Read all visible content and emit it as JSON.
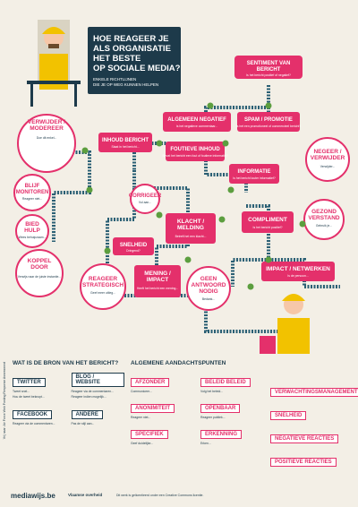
{
  "title": {
    "line1": "HOE REAGEER JE",
    "line2": "ALS ORGANISATIE",
    "line3": "HET BESTE",
    "line4": "OP SOCIALE MEDIA?"
  },
  "subtitle": {
    "line1": "ENKELE RICHTLIJNEN",
    "line2": "DIE JE OP WEG KUNNEN HELPEN"
  },
  "colors": {
    "dark": "#1d3a4a",
    "red": "#e4306b",
    "green": "#5c9e3f",
    "yellow": "#f2c200",
    "bg": "#f3efe6",
    "teal": "#2a5f74"
  },
  "nodes": {
    "sentiment": {
      "label1": "SENTIMENT VAN",
      "label2": "BERICHT",
      "sub": "Is het bericht positief of negatief?"
    },
    "algemeen_negatief": {
      "label": "ALGEMEEN NEGATIEF",
      "sub": "Is het negatieve commentaar..."
    },
    "spam": {
      "label": "SPAM / PROMOTIE",
      "sub": "Is het een promotioneel of commercieel bericht?"
    },
    "inhoud": {
      "label": "INHOUD BERICHT",
      "sub": "Staat in het bericht..."
    },
    "foutieve": {
      "label": "FOUTIEVE INHOUD",
      "sub": "Bevat het bericht een fout of foutieve informatie?"
    },
    "informatie": {
      "label": "INFORMATIE",
      "sub": "Is het bericht louter informatief?"
    },
    "verwijder_modereer": {
      "label1": "VERWIJDER /",
      "label2": "MODEREER",
      "sub": "Doe dit enkel..."
    },
    "blijf_monitoren": {
      "label1": "BLIJF",
      "label2": "MONITOREN",
      "sub": "Reageer niet..."
    },
    "bied_hulp": {
      "label1": "BIED",
      "label2": "HULP",
      "sub": "Wees behulpzaam..."
    },
    "koppel_door": {
      "label1": "KOPPEL",
      "label2": "DOOR",
      "sub": "Verwijs naar de juiste instantie..."
    },
    "corrigeer": {
      "label": "CORRIGEER",
      "sub": "Vul aan..."
    },
    "klacht": {
      "label1": "KLACHT /",
      "label2": "MELDING",
      "sub": "Betreft het een klacht..."
    },
    "snelheid": {
      "label": "SNELHEID",
      "sub": "Dringend?"
    },
    "mening": {
      "label1": "MENING /",
      "label2": "IMPACT",
      "sub": "Heeft het bericht een mening..."
    },
    "compliment": {
      "label": "COMPLIMENT",
      "sub": "Is het bericht positief?"
    },
    "gezond_verstand": {
      "label1": "GEZOND",
      "label2": "VERSTAND",
      "sub": "Gebruik je..."
    },
    "negeer_verwijder": {
      "label1": "NEGEER /",
      "label2": "VERWIJDER",
      "sub": "Verwijder..."
    },
    "reageer_strategisch": {
      "label1": "REAGEER",
      "label2": "STRATEGISCH",
      "sub": "Geef meer uitleg..."
    },
    "geen_antwoord": {
      "label1": "GEEN",
      "label2": "ANTWOORD",
      "label3": "NODIG",
      "sub": "Bedank..."
    },
    "impact_netwerken": {
      "label": "IMPACT / NETWERKEN",
      "sub": "Is de persoon..."
    }
  },
  "bottom_left": {
    "heading": "WAT IS DE BRON VAN HET BERICHT?",
    "twitter": {
      "label": "TWITTER",
      "items": [
        "Tweet snel...",
        "Hou de tweet beknopt..."
      ]
    },
    "blog": {
      "label": "BLOG / WEBSITE",
      "items": [
        "Reageer via de commentaren...",
        "Reageer indien mogelijk..."
      ]
    },
    "facebook": {
      "label": "FACEBOOK",
      "items": [
        "Reageer via de commentaren..."
      ]
    },
    "andere": {
      "label": "ANDERE",
      "items": [
        "Pas de stijl aan..."
      ]
    }
  },
  "bottom_mid": {
    "heading": "ALGEMENE AANDACHTSPUNTEN",
    "items": [
      {
        "label": "AFZONDER",
        "text": "Communiceer..."
      },
      {
        "label": "ANONIMITEIT",
        "text": "Reageer niet..."
      },
      {
        "label": "SPECIFIEK",
        "text": "Geef duidelijke..."
      },
      {
        "label": "BELEID BELEID",
        "text": "Volg het beleid..."
      },
      {
        "label": "OPENBAAR",
        "text": "Reageer publiek..."
      },
      {
        "label": "ERKENNING",
        "text": "Erken..."
      }
    ]
  },
  "bottom_right": {
    "heading": "VERWACHTINGSMANAGEMENT",
    "snelheid": "SNELHEID",
    "negatieve": "NEGATIEVE REACTIES",
    "positieve": "POSITIEVE REACTIES"
  },
  "footer": {
    "brand": "mediawijs.be",
    "partner": "Vlaamse overheid",
    "note": "Dit werk is gelicentieerd onder een Creative Commons licentie."
  },
  "credit": "Vrij naar: Air Force Web Posting Response Assessment"
}
